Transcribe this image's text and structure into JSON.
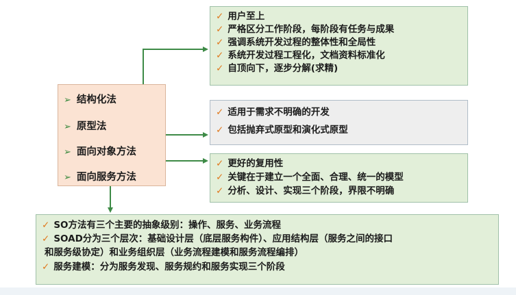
{
  "methods": [
    {
      "label": "结构化法"
    },
    {
      "label": "原型法"
    },
    {
      "label": "面向对象方法"
    },
    {
      "label": "面向服务方法"
    }
  ],
  "structured_box": {
    "items": [
      "用户至上",
      "严格区分工作阶段，每阶段有任务与成果",
      "强调系统开发过程的整体性和全局性",
      "系统开发过程工程化，文档资料标准化",
      "自顶向下，逐步分解(求精)"
    ]
  },
  "prototype_box": {
    "items": [
      "适用于需求不明确的开发",
      "包括抛弃式原型和演化式原型"
    ]
  },
  "oo_box": {
    "items": [
      "更好的复用性",
      "关键在于建立一个全面、合理、统一的模型",
      "分析、设计、实现三个阶段，界限不明确"
    ]
  },
  "so_box": {
    "item1": "SO方法有三个主要的抽象级别：操作、服务、业务流程",
    "item2_line1": "SOAD分为三个层次：基础设计层（底层服务构件）、应用结构层（服务之间的接口",
    "item2_line2": "和服务级协定）和业务组织层（业务流程建模和服务流程编排）",
    "item3": "服务建模：分为服务发现、服务规约和服务实现三个阶段"
  },
  "colors": {
    "connector": "#3d8a46",
    "methods_fill": "#fbe3d3",
    "green_fill": "#e2efd9",
    "gray_fill": "#eeeeee",
    "check": "#e07a1f"
  }
}
